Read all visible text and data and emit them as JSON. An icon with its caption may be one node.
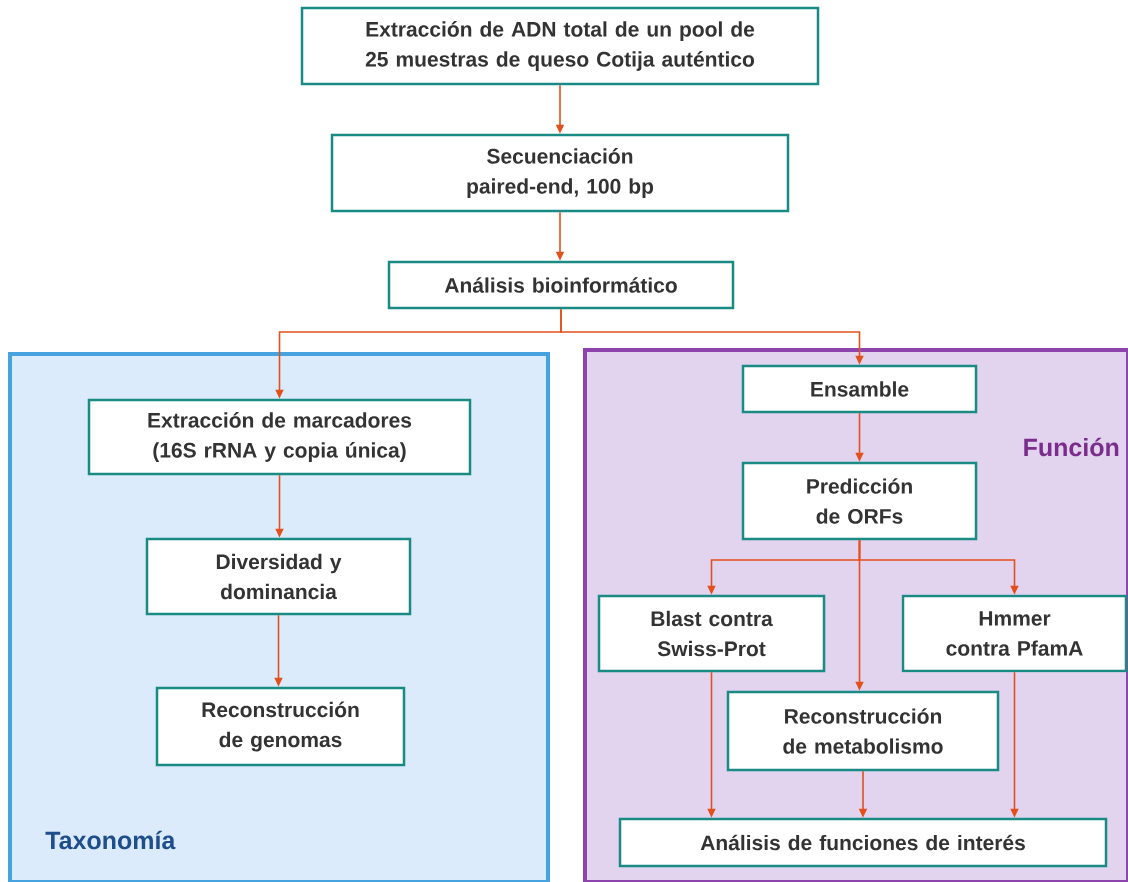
{
  "diagram": {
    "nodes": [
      {
        "text": [
          "Extracción de ADN total de un pool de 25 muestras de queso Cotija auténtico"
        ]
      },
      {
        "text": [
          "Secuenciación",
          "paired-end, 100 bp"
        ]
      },
      {
        "text": [
          "Análisis bioinformático"
        ]
      },
      {
        "text": [
          "Taxonomía"
        ]
      },
      {
        "text": [
          "Función"
        ]
      },
      {
        "text": [
          "Extracción de marcadores (16S rRNA y copia única)"
        ],
        "in": 3
      },
      {
        "text": [
          "Diversidad y dominancia"
        ],
        "in": 3
      },
      {
        "text": [
          "Reconstrucción de genomas"
        ],
        "in": 3
      },
      {
        "text": [
          "Ensamble"
        ],
        "in": 4
      },
      {
        "text": [
          "Predicción de ORFs"
        ],
        "in": 4
      },
      {
        "text": [
          "Blast contra Swiss-Prot"
        ],
        "in": 4
      },
      {
        "text": [
          "Hmmer contra PfamA"
        ],
        "in": 4
      },
      {
        "text": [
          "Reconstrucción de metabolismo"
        ],
        "in": 4
      },
      {
        "text": [
          "Análisis de funciones de interés"
        ],
        "in": 4
      }
    ],
    "edges": [
      {
        "from": 0,
        "to": 1,
        "arrow": "to"
      },
      {
        "from": 1,
        "to": 2,
        "arrow": "to"
      },
      {
        "from": 2,
        "to": 5,
        "arrow": "to"
      },
      {
        "from": 2,
        "to": 8,
        "arrow": "to"
      },
      {
        "from": 5,
        "to": 6,
        "arrow": "to"
      },
      {
        "from": 6,
        "to": 7,
        "arrow": "to"
      },
      {
        "from": 8,
        "to": 9,
        "arrow": "to"
      },
      {
        "from": 9,
        "to": 10,
        "arrow": "to"
      },
      {
        "from": 9,
        "to": 12,
        "arrow": "to"
      },
      {
        "from": 9,
        "to": 11,
        "arrow": "to"
      },
      {
        "from": 10,
        "to": 13,
        "arrow": "to"
      },
      {
        "from": 12,
        "to": 13,
        "arrow": "to"
      },
      {
        "from": 11,
        "to": 13,
        "arrow": "to"
      }
    ]
  }
}
